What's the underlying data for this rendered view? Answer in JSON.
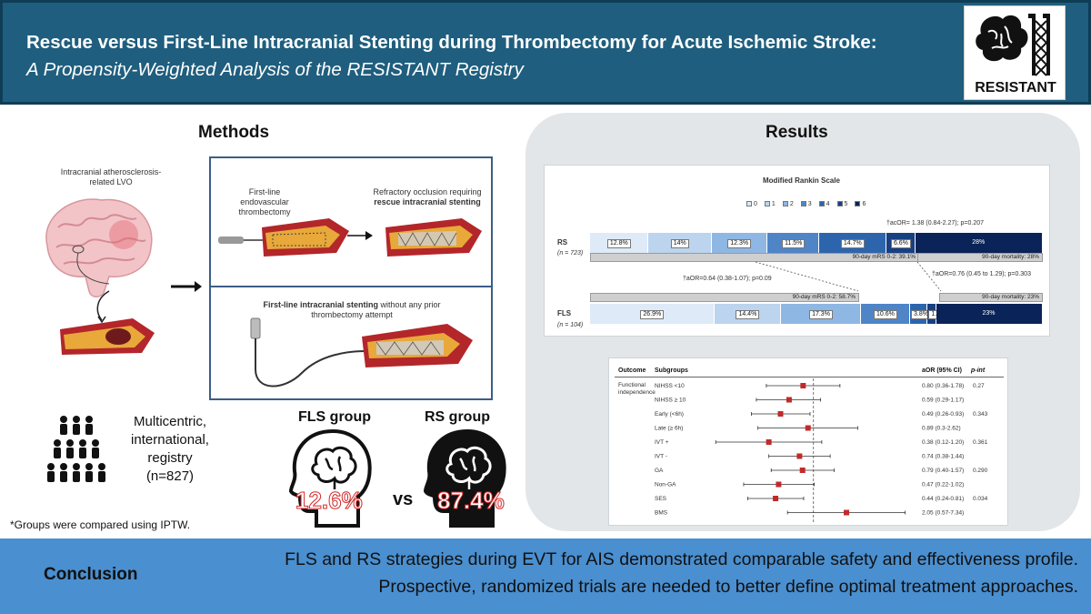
{
  "header": {
    "title": "Rescue versus First-Line Intracranial Stenting during Thrombectomy for Acute Ischemic Stroke:",
    "subtitle": "A Propensity-Weighted Analysis of the RESISTANT Registry",
    "logo_text": "RESISTANT"
  },
  "methods": {
    "title": "Methods",
    "lvo_label": "Intracranial atherosclerosis-related LVO",
    "panel1_left": "First-line endovascular thrombectomy",
    "panel1_right_a": "Refractory occlusion requiring",
    "panel1_right_b": "rescue intracranial stenting",
    "panel2_a": "First-line intracranial stenting",
    "panel2_b": " without any prior thrombectomy attempt",
    "registry_a": "Multicentric,",
    "registry_b": "international,",
    "registry_c": "registry",
    "registry_d": "(n=827)",
    "note": "*Groups were compared using IPTW.",
    "fls_title": "FLS group",
    "rs_title": "RS group",
    "fls_pct": "12.6%",
    "rs_pct": "87.4%",
    "vs": "vs"
  },
  "results": {
    "title": "Results"
  },
  "chart_data": [
    {
      "type": "bar",
      "title": "Modified Rankin Scale",
      "legend": [
        "0",
        "1",
        "2",
        "3",
        "4",
        "5",
        "6"
      ],
      "legend_position": "top",
      "colors": [
        "#deeaf7",
        "#bcd4ee",
        "#8fb7e3",
        "#4f85c7",
        "#2d65ad",
        "#173f82",
        "#0a2358"
      ],
      "series": [
        {
          "name": "RS",
          "n_label": "(n = 723)",
          "values": [
            12.8,
            14,
            12.3,
            11.5,
            14.7,
            6.6,
            28
          ],
          "labels": [
            "12.8%",
            "14%",
            "12.3%",
            "11.5%",
            "14.7%",
            "6.6%",
            "28%"
          ]
        },
        {
          "name": "FLS",
          "n_label": "(n = 104)",
          "values": [
            26.9,
            14.4,
            17.3,
            10.6,
            3.8,
            1.9,
            23
          ],
          "labels": [
            "26.9%",
            "14.4%",
            "17.3%",
            "10.6%",
            "3.8%",
            "1.9%",
            "23%"
          ]
        }
      ],
      "annotations": {
        "rs_overall": "†acOR= 1.38 (0.84-2.27); p=0.207",
        "rs_mrs02": "90-day mRS 0-2: 39.1%",
        "rs_mortality": "90-day mortality: 28%",
        "mid_left": "†aOR=0.64 (0.38-1.07); p=0.09",
        "mid_right": "†aOR=0.76 (0.45 to 1.29); p=0.303",
        "fls_mrs02": "90-day mRS 0-2: 58.7%",
        "fls_mortality": "90-day mortality: 23%"
      }
    },
    {
      "type": "scatter",
      "headers": {
        "outcome": "Outcome",
        "subgroups": "Subgroups",
        "aor": "aOR (95% CI)",
        "pint": "p-int"
      },
      "outcome": "Functional independence",
      "xlim": [
        0.1,
        8
      ],
      "reference": 1,
      "log_scale": true,
      "rows": [
        {
          "subgroup": "NIHSS <10",
          "or": 0.8,
          "lo": 0.36,
          "hi": 1.78,
          "label": "0.80 (0.36-1.78)",
          "pint": "0.27"
        },
        {
          "subgroup": "NIHSS ≥ 10",
          "or": 0.59,
          "lo": 0.29,
          "hi": 1.17,
          "label": "0.59 (0.29-1.17)",
          "pint": ""
        },
        {
          "subgroup": "Early (<6h)",
          "or": 0.49,
          "lo": 0.26,
          "hi": 0.93,
          "label": "0.49 (0.26-0.93)",
          "pint": "0.343"
        },
        {
          "subgroup": "Late (≥ 6h)",
          "or": 0.89,
          "lo": 0.3,
          "hi": 2.62,
          "label": "0.89 (0.3-2.62)",
          "pint": ""
        },
        {
          "subgroup": "IVT +",
          "or": 0.38,
          "lo": 0.12,
          "hi": 1.2,
          "label": "0.38 (0.12-1.20)",
          "pint": "0.361"
        },
        {
          "subgroup": "IVT -",
          "or": 0.74,
          "lo": 0.38,
          "hi": 1.44,
          "label": "0.74 (0.38-1.44)",
          "pint": ""
        },
        {
          "subgroup": "GA",
          "or": 0.79,
          "lo": 0.4,
          "hi": 1.57,
          "label": "0.79 (0.40-1.57)",
          "pint": "0.290"
        },
        {
          "subgroup": "Non-GA",
          "or": 0.47,
          "lo": 0.22,
          "hi": 1.02,
          "label": "0.47 (0.22-1.02)",
          "pint": ""
        },
        {
          "subgroup": "SES",
          "or": 0.44,
          "lo": 0.24,
          "hi": 0.81,
          "label": "0.44 (0.24-0.81)",
          "pint": "0.034"
        },
        {
          "subgroup": "BMS",
          "or": 2.05,
          "lo": 0.57,
          "hi": 7.34,
          "label": "2.05 (0.57-7.34)",
          "pint": ""
        }
      ]
    }
  ],
  "conclusion": {
    "label": "Conclusion",
    "line1": "FLS and RS strategies during EVT for AIS demonstrated comparable safety and effectiveness profile.",
    "line2": "Prospective, randomized trials are needed to better define optimal treatment approaches."
  }
}
